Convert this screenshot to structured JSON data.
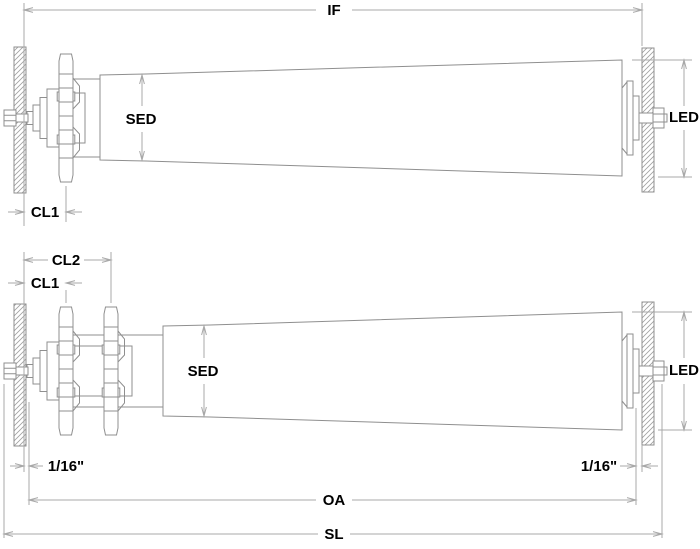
{
  "drawing": {
    "views": {
      "top_roller": {
        "dimensions": {
          "if": "IF",
          "sed": "SED",
          "led": "LED",
          "cl1": "CL1"
        }
      },
      "bottom_roller": {
        "dimensions": {
          "cl2": "CL2",
          "cl1": "CL1",
          "sed": "SED",
          "led": "LED",
          "gap_left": "1/16\"",
          "gap_right": "1/16\"",
          "oa": "OA",
          "sl": "SL"
        }
      }
    },
    "colors": {
      "background": "#ffffff",
      "geometry_line": "#8f8f8f",
      "dimension_line": "#a8a8a8",
      "hatch": "#a0a0a0",
      "label_text": "#000000"
    }
  }
}
